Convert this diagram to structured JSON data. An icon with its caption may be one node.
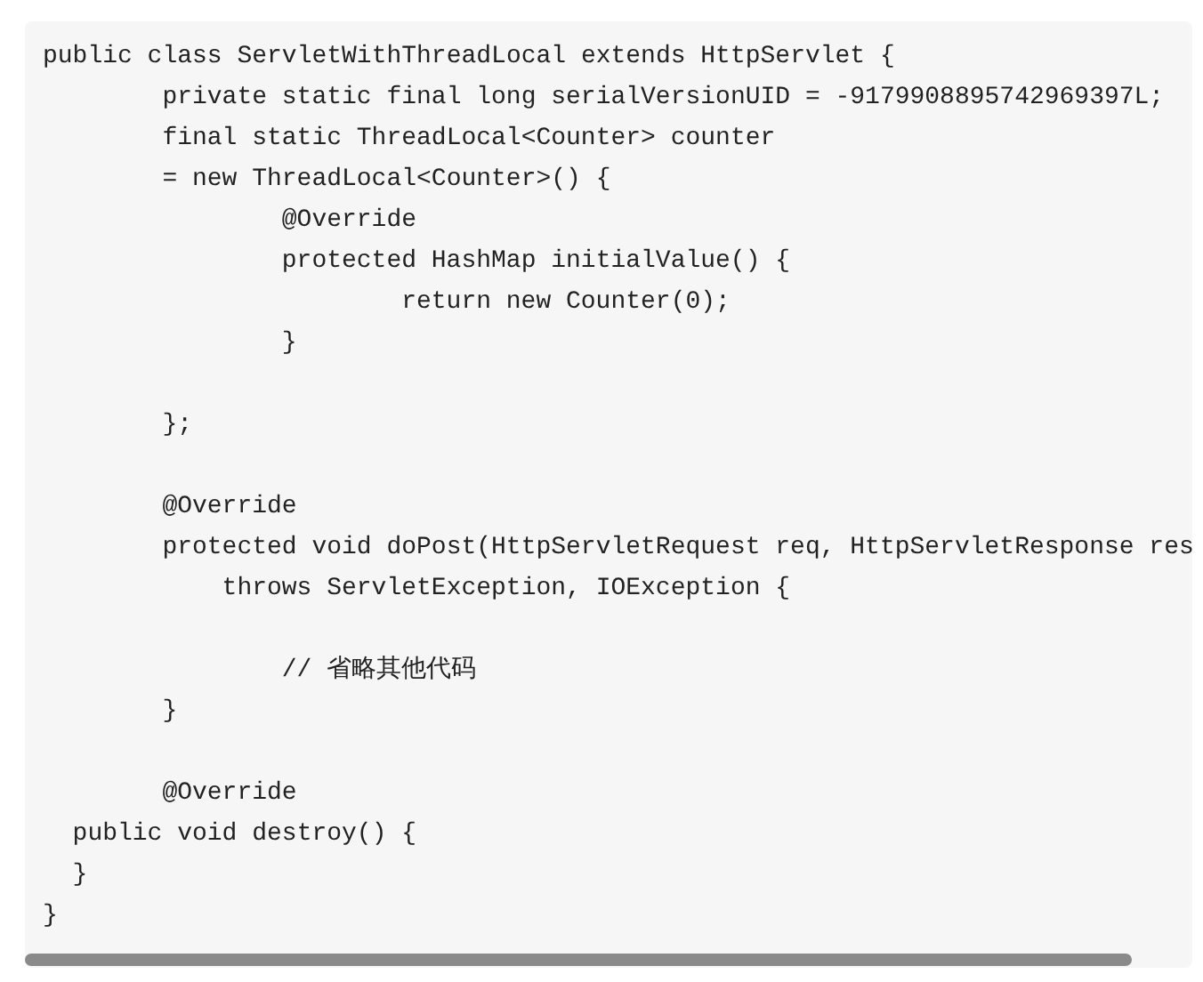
{
  "diagram": {
    "labels": [
      "public class ServletWithThreadLocal extends HttpServlet {",
      "private static final long serialVersionUID = -9179908895742969397L;",
      "final static ThreadLocal<Counter> counter",
      "= new ThreadLocal<Counter>() {",
      "@Override",
      "protected HashMap initialValue() {",
      "return new Counter(0);",
      "}",
      "};",
      "@Override",
      "protected void doPost(HttpServletRequest req, HttpServletResponse res",
      "throws ServletException, IOException {",
      "// 省略其他代码",
      "}",
      "@Override",
      "public void destroy() {",
      "}",
      "}"
    ]
  }
}
